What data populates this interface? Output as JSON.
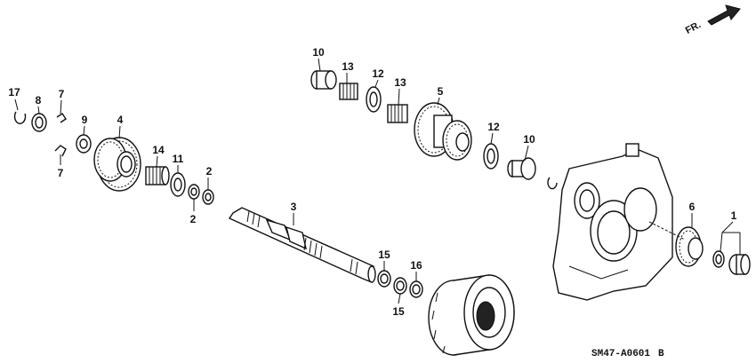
{
  "callouts": [
    {
      "id": "17",
      "text": "17"
    },
    {
      "id": "8",
      "text": "8"
    },
    {
      "id": "7a",
      "text": "7"
    },
    {
      "id": "7b",
      "text": "7"
    },
    {
      "id": "9",
      "text": "9"
    },
    {
      "id": "4",
      "text": "4"
    },
    {
      "id": "14",
      "text": "14"
    },
    {
      "id": "11",
      "text": "11"
    },
    {
      "id": "2a",
      "text": "2"
    },
    {
      "id": "2b",
      "text": "2"
    },
    {
      "id": "3",
      "text": "3"
    },
    {
      "id": "10a",
      "text": "10"
    },
    {
      "id": "13a",
      "text": "13"
    },
    {
      "id": "12a",
      "text": "12"
    },
    {
      "id": "13b",
      "text": "13"
    },
    {
      "id": "5",
      "text": "5"
    },
    {
      "id": "12b",
      "text": "12"
    },
    {
      "id": "10b",
      "text": "10"
    },
    {
      "id": "15a",
      "text": "15"
    },
    {
      "id": "16",
      "text": "16"
    },
    {
      "id": "15b",
      "text": "15"
    },
    {
      "id": "6",
      "text": "6"
    },
    {
      "id": "1",
      "text": "1"
    }
  ],
  "direction_label": "FR.",
  "diagram_code": "SM47-A0601",
  "diagram_rev": "B",
  "icons": {
    "arrow": "front-direction-arrow-icon"
  }
}
